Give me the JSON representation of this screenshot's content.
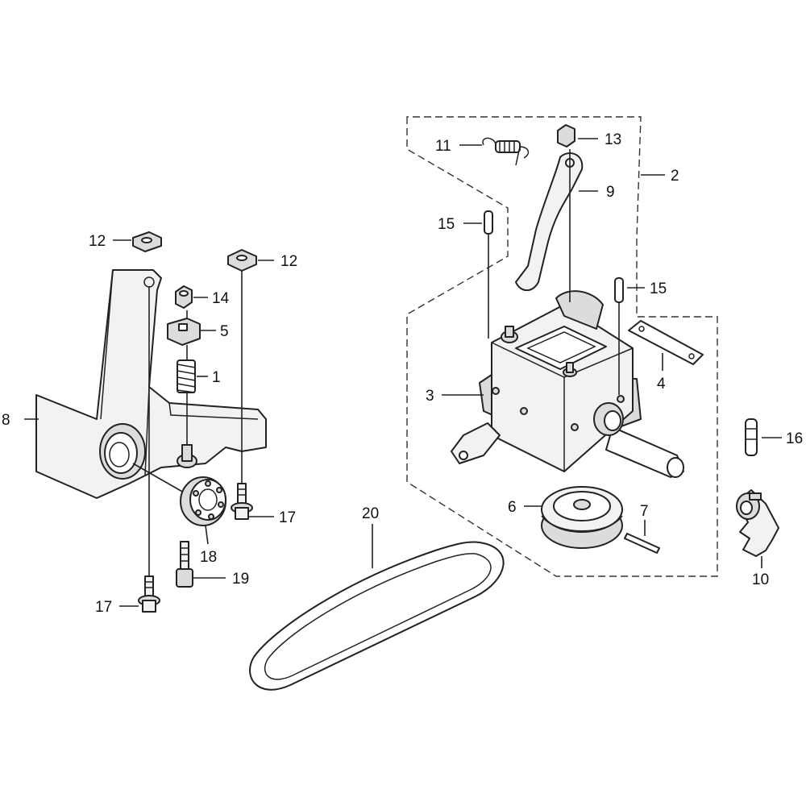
{
  "diagram": {
    "type": "exploded-parts-diagram",
    "callouts": [
      {
        "id": "c1",
        "label": "1"
      },
      {
        "id": "c2",
        "label": "2"
      },
      {
        "id": "c3",
        "label": "3"
      },
      {
        "id": "c4",
        "label": "4"
      },
      {
        "id": "c5",
        "label": "5"
      },
      {
        "id": "c6",
        "label": "6"
      },
      {
        "id": "c7",
        "label": "7"
      },
      {
        "id": "c8",
        "label": "8"
      },
      {
        "id": "c9",
        "label": "9"
      },
      {
        "id": "c10",
        "label": "10"
      },
      {
        "id": "c11",
        "label": "11"
      },
      {
        "id": "c12a",
        "label": "12"
      },
      {
        "id": "c12b",
        "label": "12"
      },
      {
        "id": "c13",
        "label": "13"
      },
      {
        "id": "c14",
        "label": "14"
      },
      {
        "id": "c15a",
        "label": "15"
      },
      {
        "id": "c15b",
        "label": "15"
      },
      {
        "id": "c16",
        "label": "16"
      },
      {
        "id": "c17a",
        "label": "17"
      },
      {
        "id": "c17b",
        "label": "17"
      },
      {
        "id": "c18",
        "label": "18"
      },
      {
        "id": "c19",
        "label": "19"
      },
      {
        "id": "c20",
        "label": "20"
      }
    ]
  }
}
